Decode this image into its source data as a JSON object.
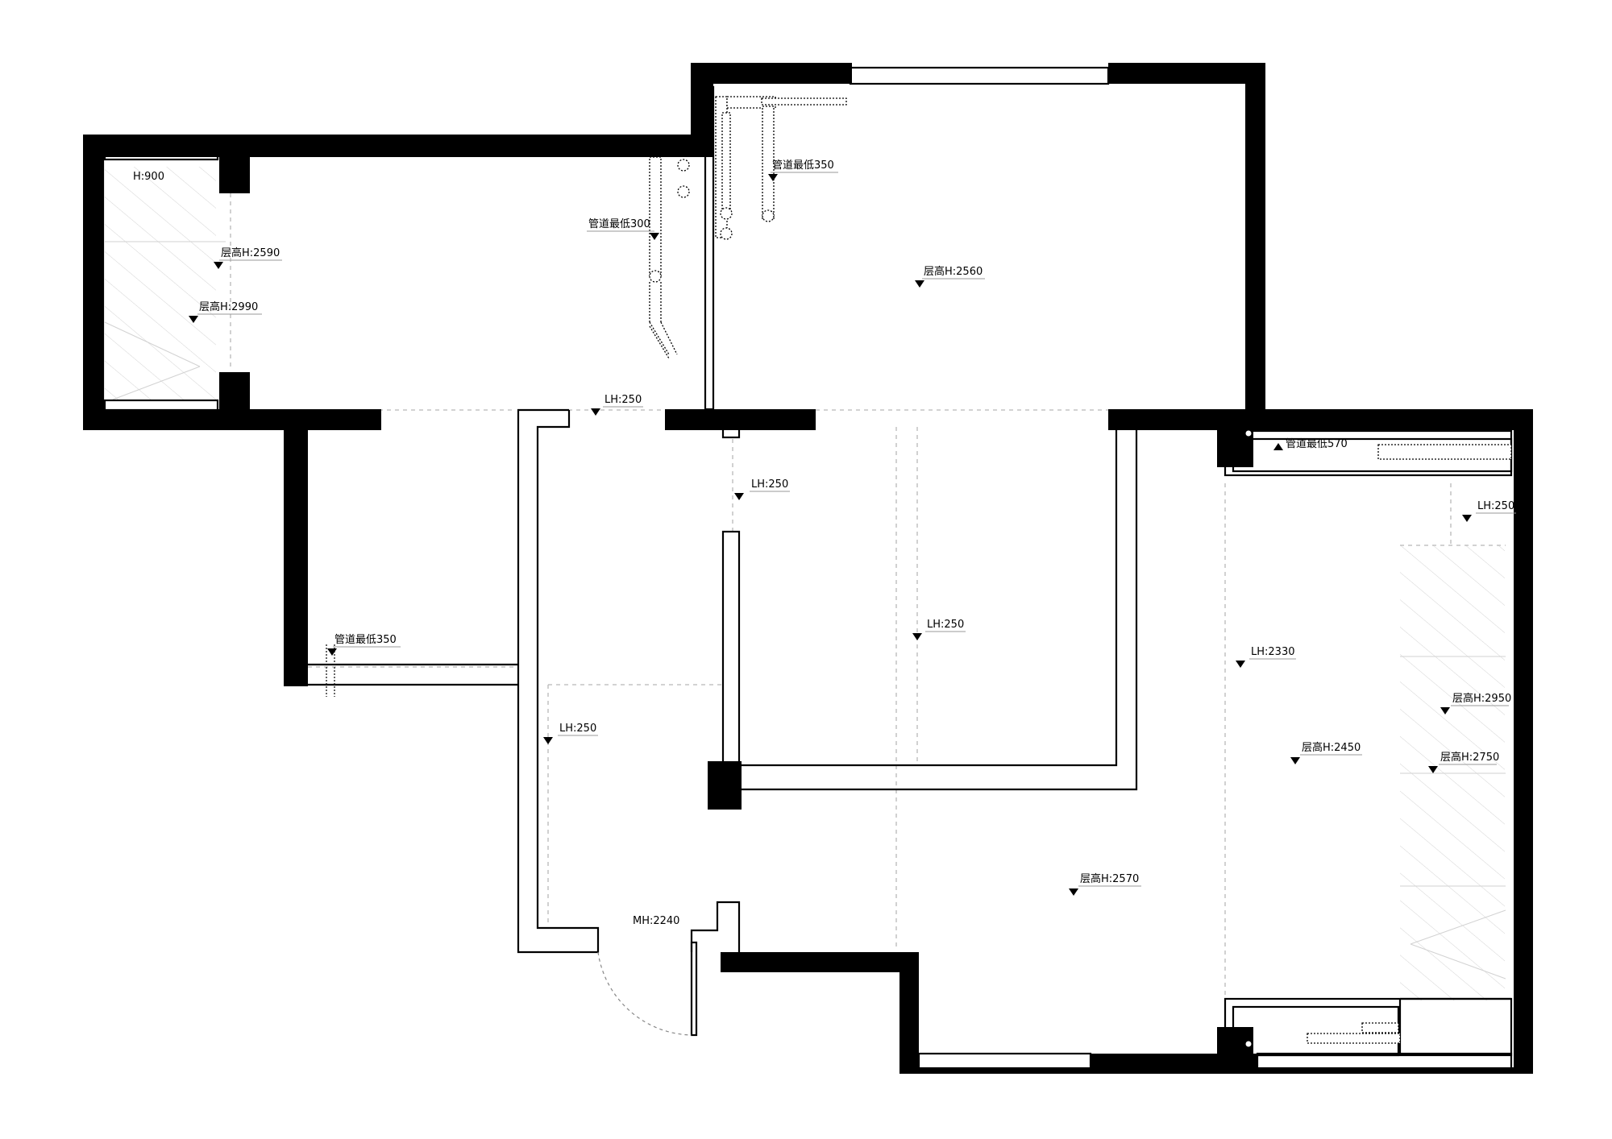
{
  "labels": {
    "h900": "H:900",
    "room_a_high": "层高H:2590",
    "room_a_low": "层高H:2990",
    "pipe_300": "管道最低300",
    "pipe_350_top": "管道最低350",
    "room_b": "层高H:2560",
    "lh_corridor": "LH:250",
    "lh_door": "LH:250",
    "lh_center": "LH:250",
    "lh_right": "LH:250",
    "lh_2330": "LH:2330",
    "lh_left": "LH:250",
    "pipe_350_left": "管道最低350",
    "pipe_570": "管道最低570",
    "room_c_2950": "层高H:2950",
    "room_c_2750": "层高H:2750",
    "room_c": "层高H:2450",
    "living": "层高H:2570",
    "entry_mh": "MH:2240"
  },
  "colors": {
    "wall": "#000000",
    "dashed_line": "#b8b8b8",
    "hatch": "#d2d2d2",
    "background": "#ffffff"
  }
}
